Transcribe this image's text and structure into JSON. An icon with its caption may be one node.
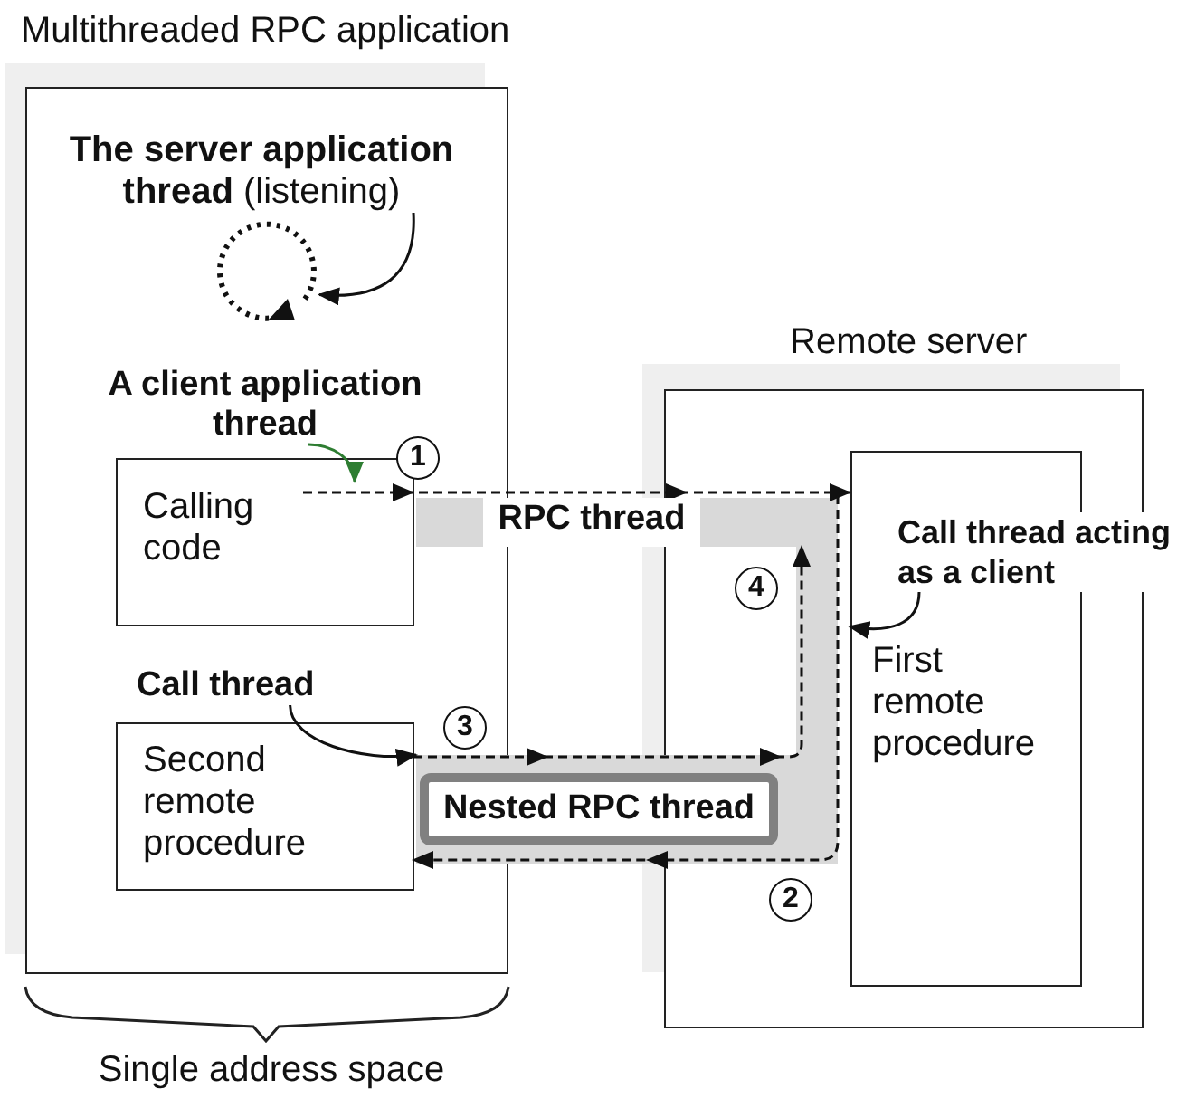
{
  "diagram": {
    "nodes": [
      {
        "text": [
          "Multithreaded RPC application"
        ]
      },
      {
        "text": [
          "**The server application thread** (listening)"
        ],
        "in": 0
      },
      {
        "text": [],
        "shape": "circle",
        "in": 0
      },
      {
        "text": [
          "A client application thread"
        ],
        "in": 0
      },
      {
        "text": [
          "Calling code"
        ],
        "in": 0
      },
      {
        "text": [
          "Call thread"
        ],
        "in": 0
      },
      {
        "text": [
          "Second remote procedure"
        ],
        "in": 0
      },
      {
        "text": [
          "Remote server"
        ]
      },
      {
        "text": [
          "First remote procedure"
        ],
        "in": 7
      },
      {
        "text": [
          "Call thread acting as a client"
        ]
      },
      {
        "text": [
          "RPC thread"
        ]
      },
      {
        "text": [
          "Nested RPC thread"
        ]
      }
    ],
    "edges": [
      {
        "from": 1,
        "to": 2,
        "arrow": "to"
      },
      {
        "from": 3,
        "to": null,
        "arrow": "to",
        "color": "#2e7d32"
      },
      {
        "from": 5,
        "to": 11,
        "arrow": "to"
      },
      {
        "from": 9,
        "to": 8,
        "arrow": "to"
      },
      {
        "from": 4,
        "to": 8,
        "arrow": "to",
        "style": "dashed"
      },
      {
        "from": 8,
        "to": 6,
        "arrow": "to",
        "style": "dashed"
      },
      {
        "from": 6,
        "to": 10,
        "arrow": "to",
        "style": "dashed"
      },
      {
        "from": 10,
        "to": 11,
        "arrow": "none",
        "style": "thick",
        "color": "#d9d9d9"
      }
    ],
    "labels": [
      "1",
      "4",
      "3",
      "2",
      "Single address space"
    ]
  }
}
